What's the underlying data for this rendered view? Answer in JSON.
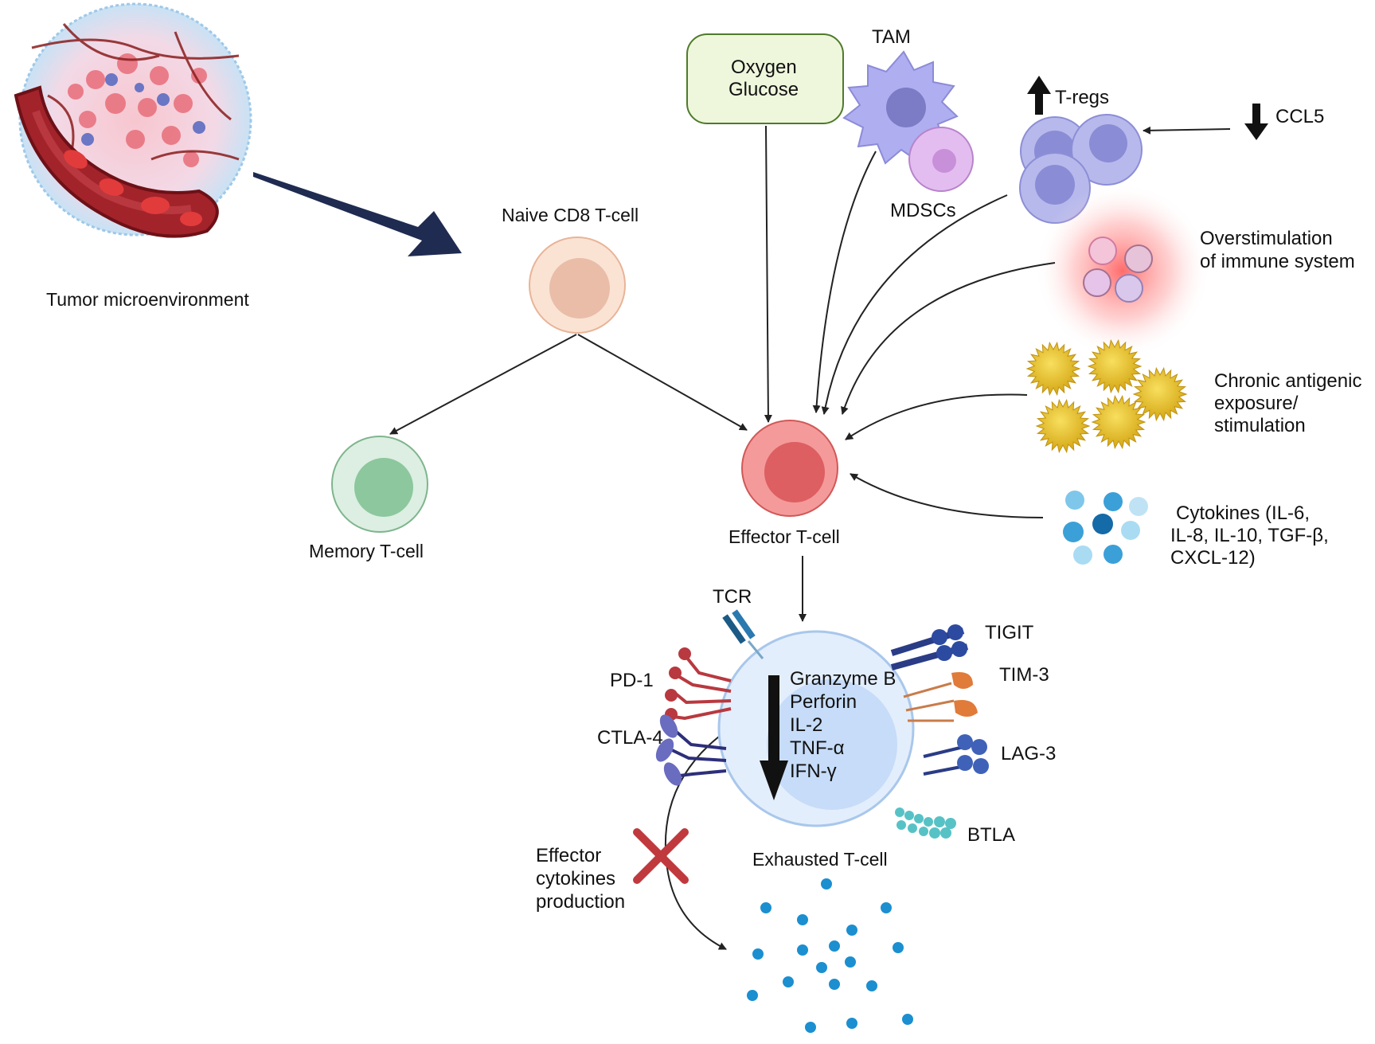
{
  "labels": {
    "tumor_microenvironment": "Tumor microenvironment",
    "naive_cd8": "Naive CD8 T-cell",
    "memory_tcell": "Memory T-cell",
    "effector_tcell": "Effector T-cell",
    "exhausted_tcell": "Exhausted T-cell",
    "oxygen": "Oxygen",
    "glucose": "Glucose",
    "tam": "TAM",
    "mdscs": "MDSCs",
    "tregs": "T-regs",
    "ccl5": "CCL5",
    "overstimulation": [
      "Overstimulation",
      "of immune system"
    ],
    "chronic_antigenic": [
      "Chronic antigenic",
      "exposure/",
      "stimulation"
    ],
    "cytokines": [
      "Cytokines (IL-6,",
      "IL-8, IL-10, TGF-β,",
      "CXCL-12)"
    ],
    "effector_cytokines": [
      "Effector",
      "cytokines",
      "production"
    ]
  },
  "receptors": {
    "tcr": "TCR",
    "pd1": "PD-1",
    "ctla4": "CTLA-4",
    "tigit": "TIGIT",
    "tim3": "TIM-3",
    "lag3": "LAG-3",
    "btla": "BTLA"
  },
  "exhausted_molecules": [
    "Granzyme B",
    "Perforin",
    "IL-2",
    "TNF-α",
    "IFN-γ"
  ],
  "colors": {
    "naive": "#f6d4bf",
    "memory": "#c9e6d1",
    "effector": "#f08a8a",
    "exhausted": "#d9e8fb",
    "treg": "#a9a9e6",
    "oxygen_box": "#eef7dc",
    "arrow_dark": "#1f2b50",
    "cytokine_dots": "#1b8fd0"
  },
  "icons": [
    "downregulation-arrow-icon",
    "upregulation-arrow-icon",
    "inhibition-cross-icon"
  ]
}
